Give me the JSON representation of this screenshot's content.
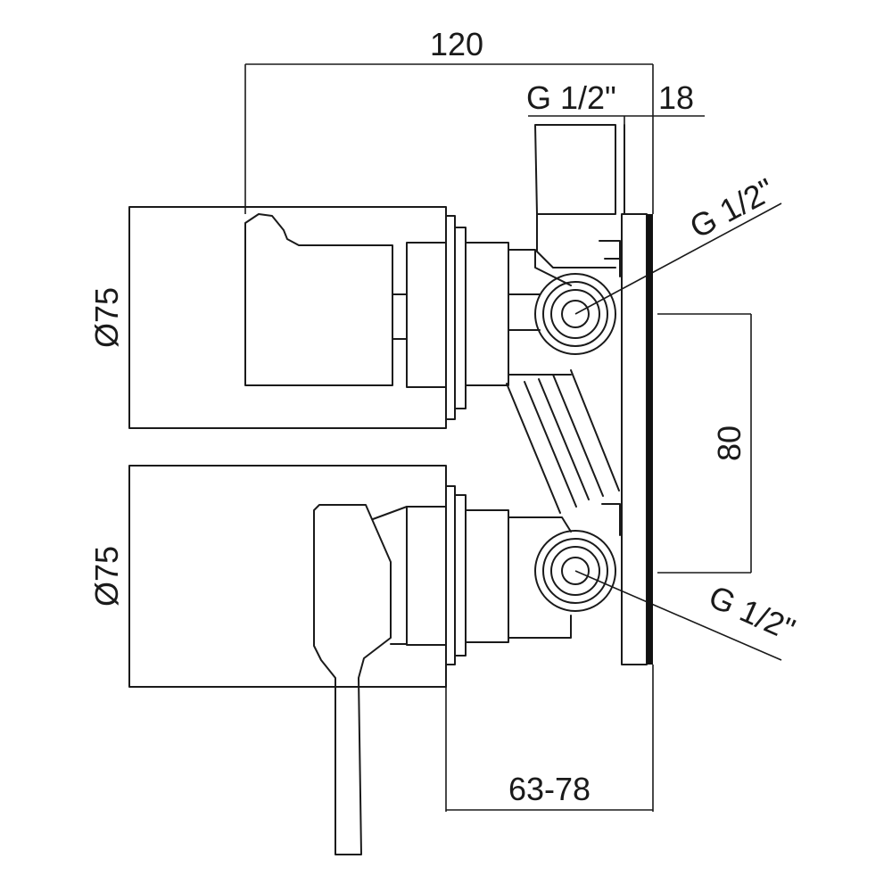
{
  "drawing": {
    "dimensions": {
      "overall_depth": "120",
      "plate_thickness": "18",
      "upper_rosette_diameter": "Ø75",
      "lower_rosette_diameter": "Ø75",
      "inlet_spacing": "80",
      "installation_depth": "63-78",
      "top_outlet_thread": "G 1/2\"",
      "upper_inlet_thread": "G 1/2\"",
      "lower_inlet_thread": "G 1/2\""
    },
    "colors": {
      "line": "#1a1a1a",
      "background": "#ffffff"
    }
  }
}
